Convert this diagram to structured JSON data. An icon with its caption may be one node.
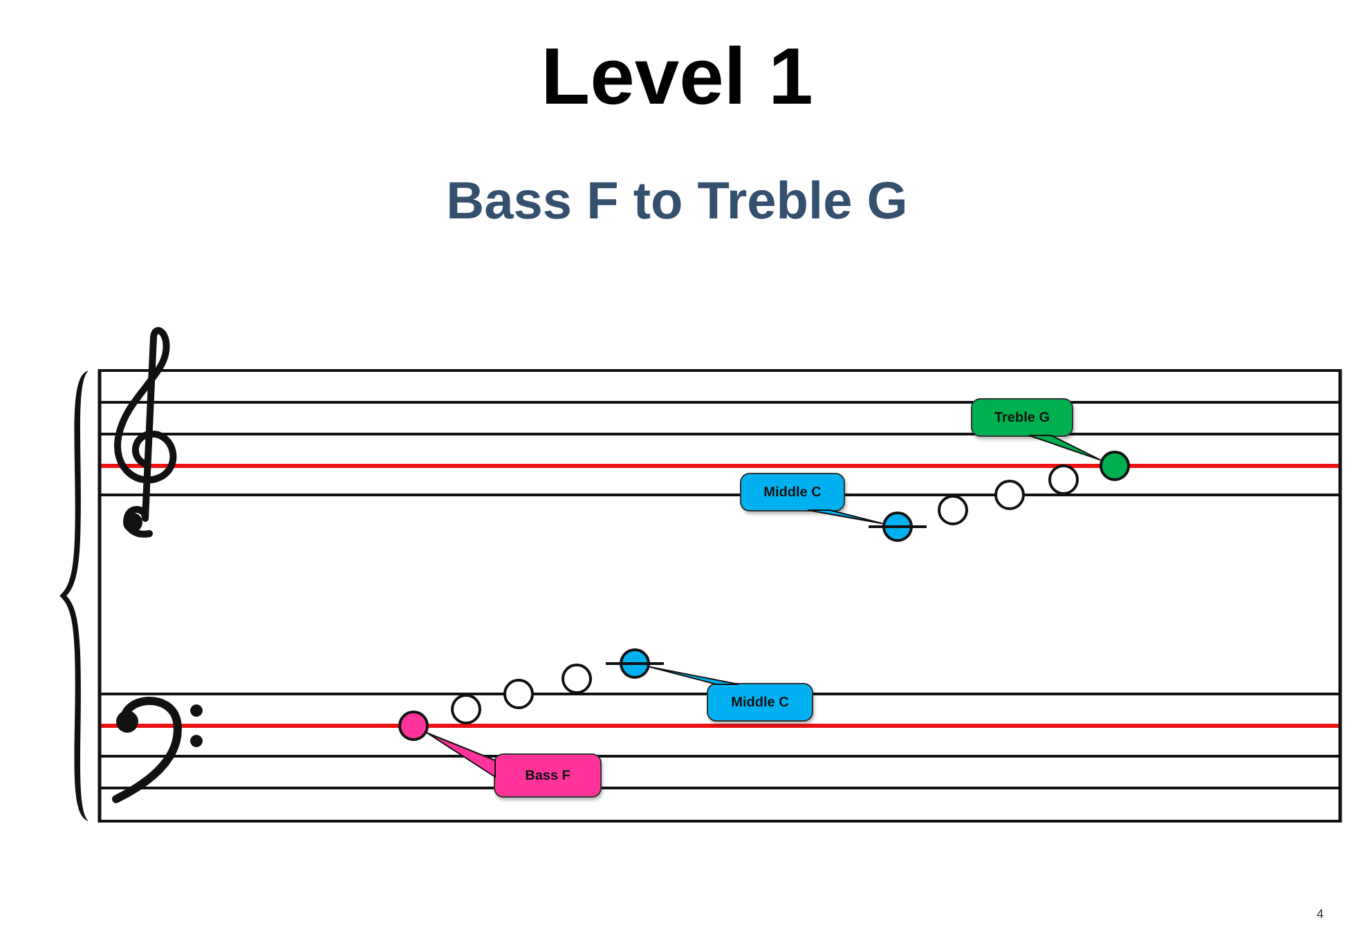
{
  "diagram": {
    "title": "Level 1",
    "nodes": [
      {
        "text": [
          "Treble G"
        ]
      },
      {
        "text": [
          "Middle C"
        ]
      },
      {
        "text": [
          "Middle C"
        ]
      },
      {
        "text": [
          "Bass F"
        ]
      },
      {
        "text": [],
        "shape": "circle"
      },
      {
        "text": [],
        "shape": "circle"
      },
      {
        "text": [],
        "shape": "circle"
      },
      {
        "text": [],
        "shape": "circle"
      },
      {
        "text": [],
        "shape": "circle"
      },
      {
        "text": [],
        "shape": "circle"
      },
      {
        "text": [],
        "shape": "circle"
      },
      {
        "text": [],
        "shape": "circle"
      },
      {
        "text": [],
        "shape": "circle"
      },
      {
        "text": [],
        "shape": "circle"
      }
    ],
    "edges": [
      {
        "from": 0,
        "to": 13,
        "arrow": "none"
      },
      {
        "from": 1,
        "to": 9,
        "arrow": "none"
      },
      {
        "from": 2,
        "to": 8,
        "arrow": "none"
      },
      {
        "from": 3,
        "to": 4,
        "arrow": "none"
      }
    ],
    "labels": [
      "Bass F to Treble G",
      "4"
    ]
  }
}
